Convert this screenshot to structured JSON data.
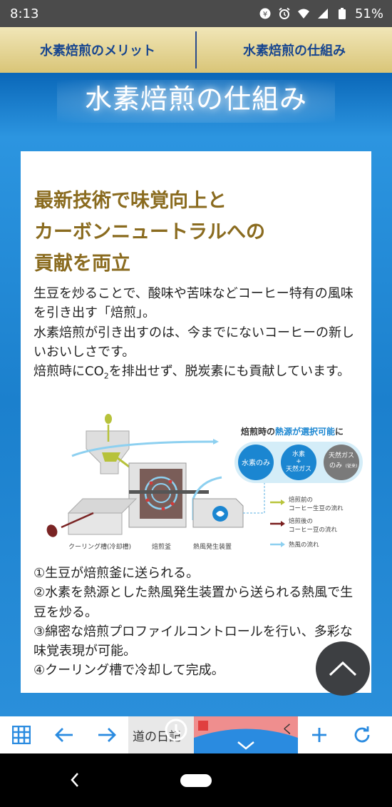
{
  "status_bar": {
    "time": "8:13",
    "battery": "51%"
  },
  "tabs": [
    {
      "label": "水素焙煎のメリット"
    },
    {
      "label": "水素焙煎の仕組み"
    }
  ],
  "hero": {
    "title": "水素焙煎の仕組み"
  },
  "card": {
    "heading": "最新技術で味覚向上と\nカーボンニュートラルへの\n貢献を両立",
    "body": [
      "生豆を炒ることで、酸味や苦味などコーヒー特有の風味を引き出す「焙煎」。",
      "水素焙煎が引き出すのは、今までにないコーヒーの新しいおいしさです。",
      {
        "before": "焙煎時にCO",
        "sub": "2",
        "after": "を排出せず、脱炭素にも貢献しています。"
      }
    ],
    "diagram": {
      "selectable_title_pre": "焙煎時の",
      "selectable_title_em": "熱源が選択可能",
      "selectable_title_post": "に",
      "options": [
        {
          "line1": "水素のみ",
          "line2": "",
          "line3": "",
          "color": "#1b86d1"
        },
        {
          "line1": "水素",
          "line2": "+",
          "line3": "天然ガス",
          "color": "#1b86d1"
        },
        {
          "line1": "天然ガス",
          "line2": "のみ",
          "line3": "(従来)",
          "color": "#7a7a7a"
        }
      ],
      "labels": {
        "cooling": "クーリング槽(冷却槽)",
        "roaster": "焙煎釜",
        "hot_air": "熱風発生装置"
      },
      "legend": [
        {
          "text1": "焙煎前の",
          "text2": "コーヒー生豆の流れ",
          "color": "#b8c43a"
        },
        {
          "text1": "焙煎後の",
          "text2": "コーヒー豆の流れ",
          "color": "#7a1f1f"
        },
        {
          "text1": "熱風の流れ",
          "text2": "",
          "color": "#8dd0f0"
        }
      ]
    },
    "steps": [
      "①生豆が焙煎釜に送られる。",
      "②水素を熱源とした熱風発生装置から送られる熱風で生豆を炒る。",
      "③綿密な焙煎プロファイルコントロールを行い、多彩な味覚表現が可能。",
      "④クーリング槽で冷却して完成。"
    ]
  },
  "bottom_bar": {
    "tab1_text": "道の日記",
    "tab2_text": "く"
  }
}
